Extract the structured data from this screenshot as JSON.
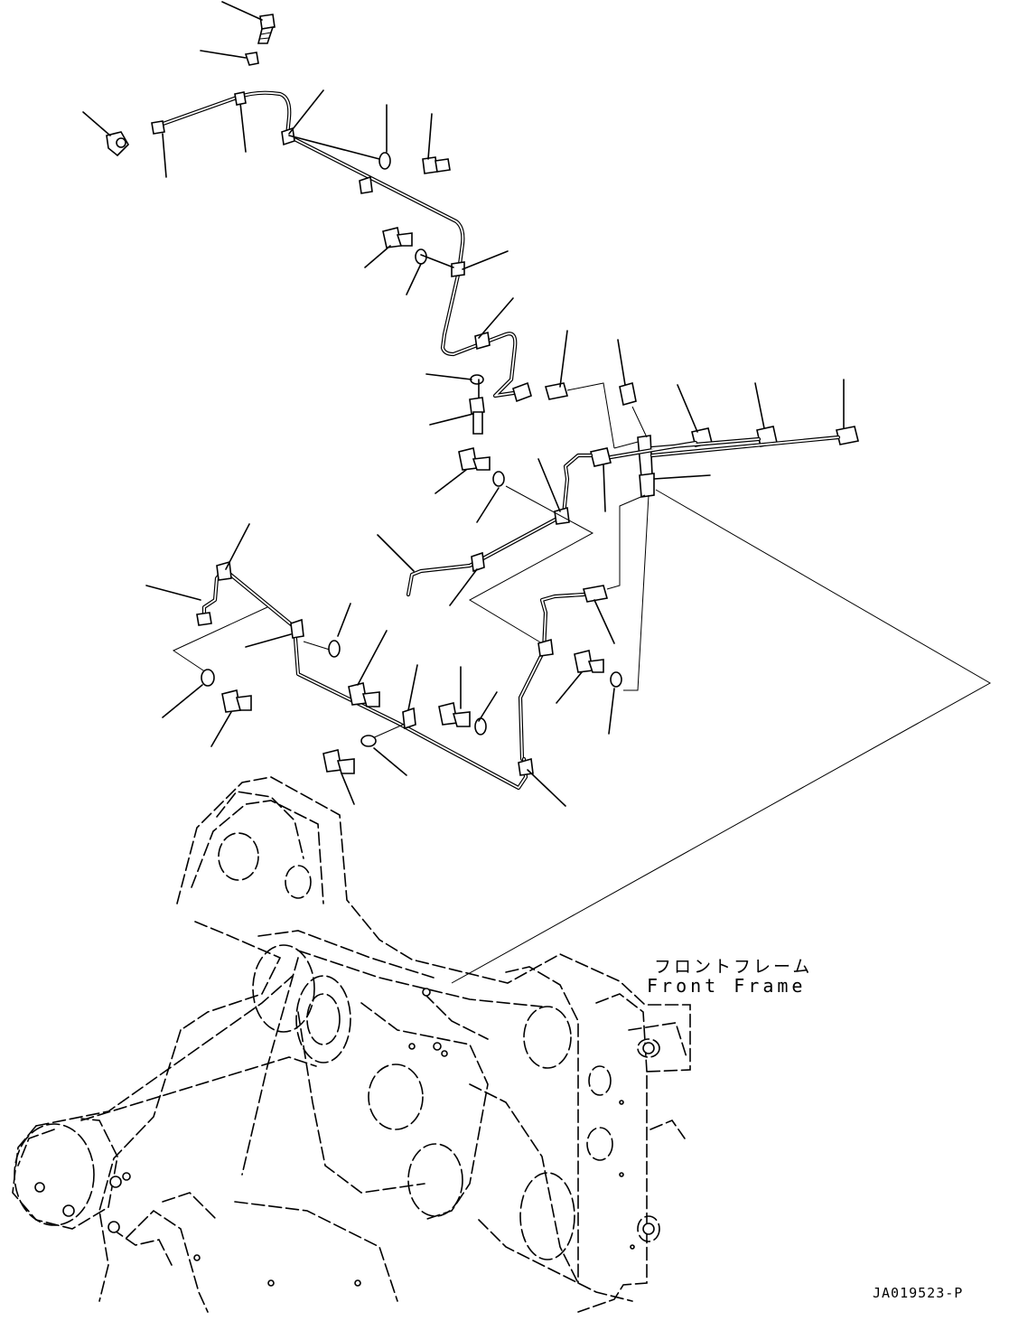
{
  "labels": {
    "frame_ja": "フロントフレーム",
    "frame_en": "Front Frame",
    "figure_code": "JA019523-P"
  },
  "icons": [
    "bolt-icon",
    "washer-icon",
    "clamp-icon",
    "hose-fitting-icon",
    "connector-icon",
    "bracket-icon"
  ]
}
